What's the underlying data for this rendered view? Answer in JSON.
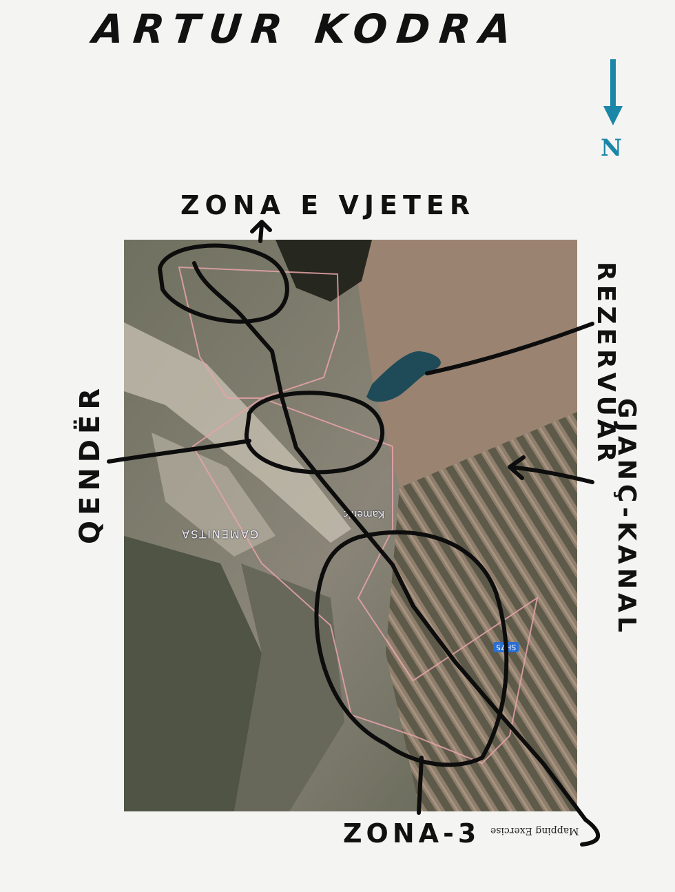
{
  "header": {
    "author": "ARTUR KODRA"
  },
  "compass": {
    "label": "N",
    "icon": "north-arrow-icon",
    "color": "#1a86a8"
  },
  "annotations": {
    "zone_old": "ZONA E VJETER",
    "reservoir": "REZERVUAR",
    "canal": "GJANÇ-KANAL",
    "center": "QENDËR",
    "zone_3": "ZONA-3"
  },
  "map": {
    "place_label_1": "GAMENITSA",
    "place_label_2": "Kamenic",
    "road_shield": "SH75",
    "caption": "Mapping Exercise"
  }
}
